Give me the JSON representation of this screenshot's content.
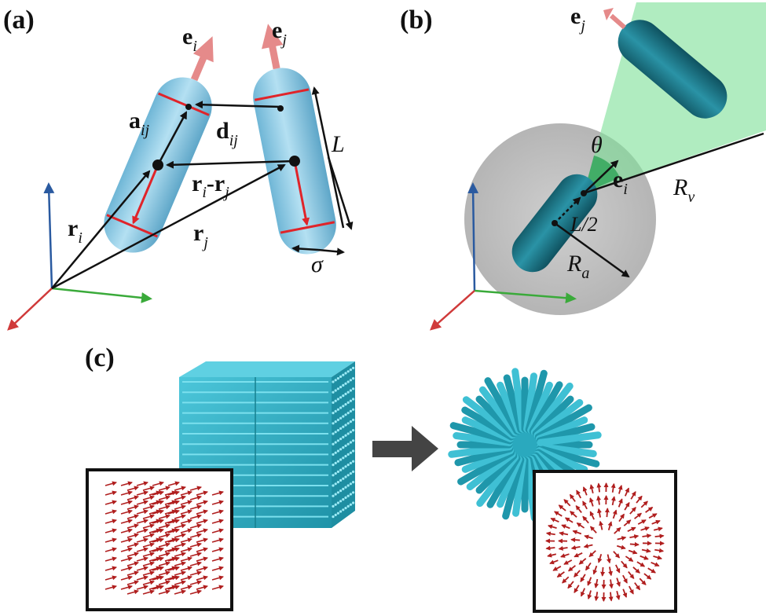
{
  "panels": {
    "a": {
      "label": "(a)"
    },
    "b": {
      "label": "(b)"
    },
    "c": {
      "label": "(c)"
    }
  },
  "panel_a": {
    "e_i": {
      "base": "e",
      "sub": "i"
    },
    "e_j": {
      "base": "e",
      "sub": "j"
    },
    "a_ij": {
      "base": "a",
      "sub": "ij"
    },
    "d_ij": {
      "base": "d",
      "sub": "ij"
    },
    "L": "L",
    "r_i_minus_r_j": {
      "base1": "r",
      "sub1": "i",
      "sep": "-",
      "base2": "r",
      "sub2": "j"
    },
    "r_i": {
      "base": "r",
      "sub": "i"
    },
    "r_j": {
      "base": "r",
      "sub": "j"
    },
    "sigma": "σ"
  },
  "panel_b": {
    "e_j": {
      "base": "e",
      "sub": "j"
    },
    "theta": "θ",
    "e_i": {
      "base": "e",
      "sub": "i"
    },
    "R_v": {
      "base": "R",
      "sub": "v"
    },
    "L_half": "L/2",
    "R_a": {
      "base": "R",
      "sub": "a"
    }
  },
  "colors": {
    "rod_light_blue": "#8fcbe6",
    "rod_dark_teal": "#1c7a8c",
    "arrow_head_pink": "#e58a8a",
    "guide_red": "#e0242a",
    "vision_cone_green": "#7fe09a",
    "attraction_disc_gray": "#c4c4c4",
    "cluster_cyan": "#34b3c8",
    "inset_arrow_red": "#b01e1e",
    "transition_arrow": "#444444",
    "axis_x_red": "#d03a3a",
    "axis_y_green": "#3aaa3a",
    "axis_z_blue": "#2a5aa0"
  },
  "icons": {
    "transition_arrow": "right-arrow-icon"
  }
}
